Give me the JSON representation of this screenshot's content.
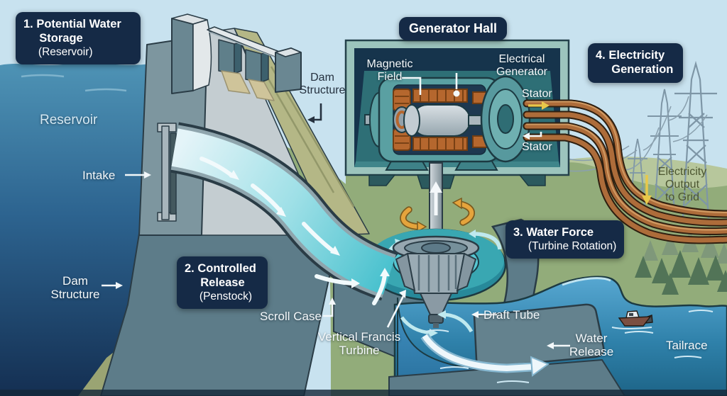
{
  "steps": {
    "step1": {
      "title": "1. Potential Water Storage",
      "subtitle": "(Reservoir)"
    },
    "step2": {
      "title": "2. Controlled Release",
      "subtitle": "(Penstock)"
    },
    "step3": {
      "title": "3. Water Force",
      "subtitle": "(Turbine Rotation)"
    },
    "step4": {
      "title": "4. Electricity Generation"
    }
  },
  "labels": {
    "generator_hall": "Generator Hall",
    "reservoir": "Reservoir",
    "intake": "Intake",
    "dam_structure_upper": {
      "line1": "Dam",
      "line2": "Structure"
    },
    "dam_structure_lower": {
      "line1": "Dam",
      "line2": "Structure"
    },
    "scroll_case": "Scroll Case",
    "francis_turbine": {
      "line1": "Vertical Francis",
      "line2": "Turbine"
    },
    "draft_tube": "Draft Tube",
    "water_release": {
      "line1": "Water",
      "line2": "Release"
    },
    "tailrace": "Tailrace",
    "electricity_output": {
      "line1": "Electricity",
      "line2": "Output",
      "line3": "to Grid"
    },
    "magnetic_field": {
      "line1": "Magnetic",
      "line2": "Field"
    },
    "electrical_generator": {
      "line1": "Electrical",
      "line2": "Generator"
    },
    "stator_upper": "Stator",
    "stator_lower": "Stator"
  },
  "colors": {
    "label_box_bg": "#152a46",
    "label_text": "#ffffff",
    "sky": "#c8e2ef",
    "reservoir_surface": "#4e93b5",
    "reservoir_deep": "#142f52",
    "penstock_water": "#9fe0e7",
    "scroll_case_teal": "#27899a",
    "tailrace_water": "#3a8fc0",
    "dam_concrete": "#6d8a94",
    "hill_green": "#92ac7a",
    "copper_cable": "#ad6c3a",
    "copper_coil": "#b5672e",
    "generator_teal": "#57999e",
    "hall_panel": "#2e6f76",
    "rotation_arrow_orange": "#e5a43c",
    "stator_arrow_yellow": "#e8c84a",
    "flow_arrow_white": "#eef7fb",
    "electricity_text_olive": "#4c5631"
  }
}
